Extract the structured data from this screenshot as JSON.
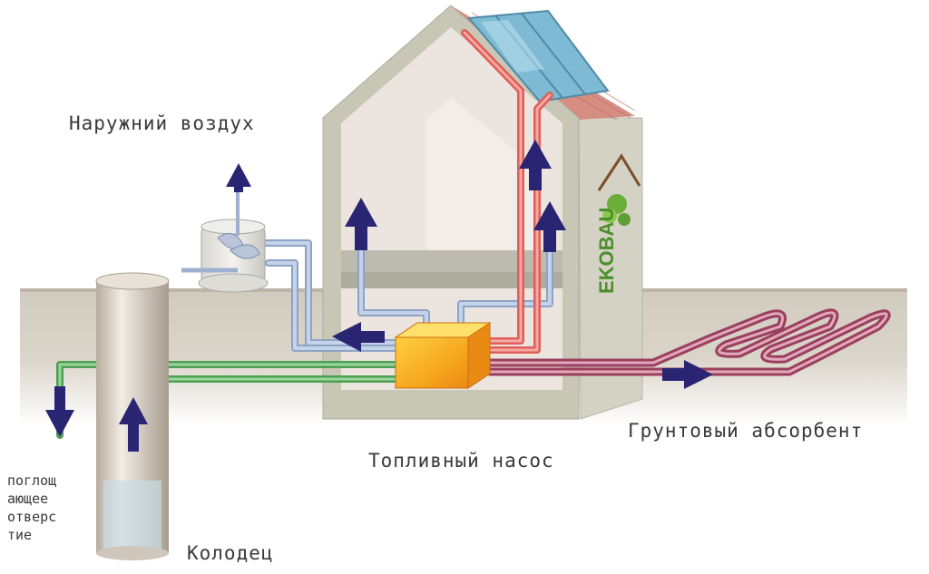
{
  "labels": {
    "outdoor_air": "Наружний воздух",
    "heat_pump": "Топливный насос",
    "ground_absorber": "Грунтовый абсорбент",
    "well": "Колодец",
    "absorption_hole": "поглощ\nающее\nотверс\nтие",
    "logo": "EKOBAU"
  },
  "colors": {
    "soil": "#c7c0b3",
    "wall": "#c9c8b6",
    "interior": "#ebe4de",
    "hot_pipe": "#e8786f",
    "ground_pipe": "#a84a66",
    "cold_pipe": "#9fb4d4",
    "water_pipe": "#5fb565",
    "arrow": "#2a2573",
    "pump": "#f4a51a",
    "solar": "#8fc8df",
    "roof": "#d9867b"
  },
  "icons": {
    "pump": "heat-pump-box",
    "fan": "fan-icon",
    "solar": "solar-panel-icon",
    "logo": "ekobau-house-logo"
  }
}
